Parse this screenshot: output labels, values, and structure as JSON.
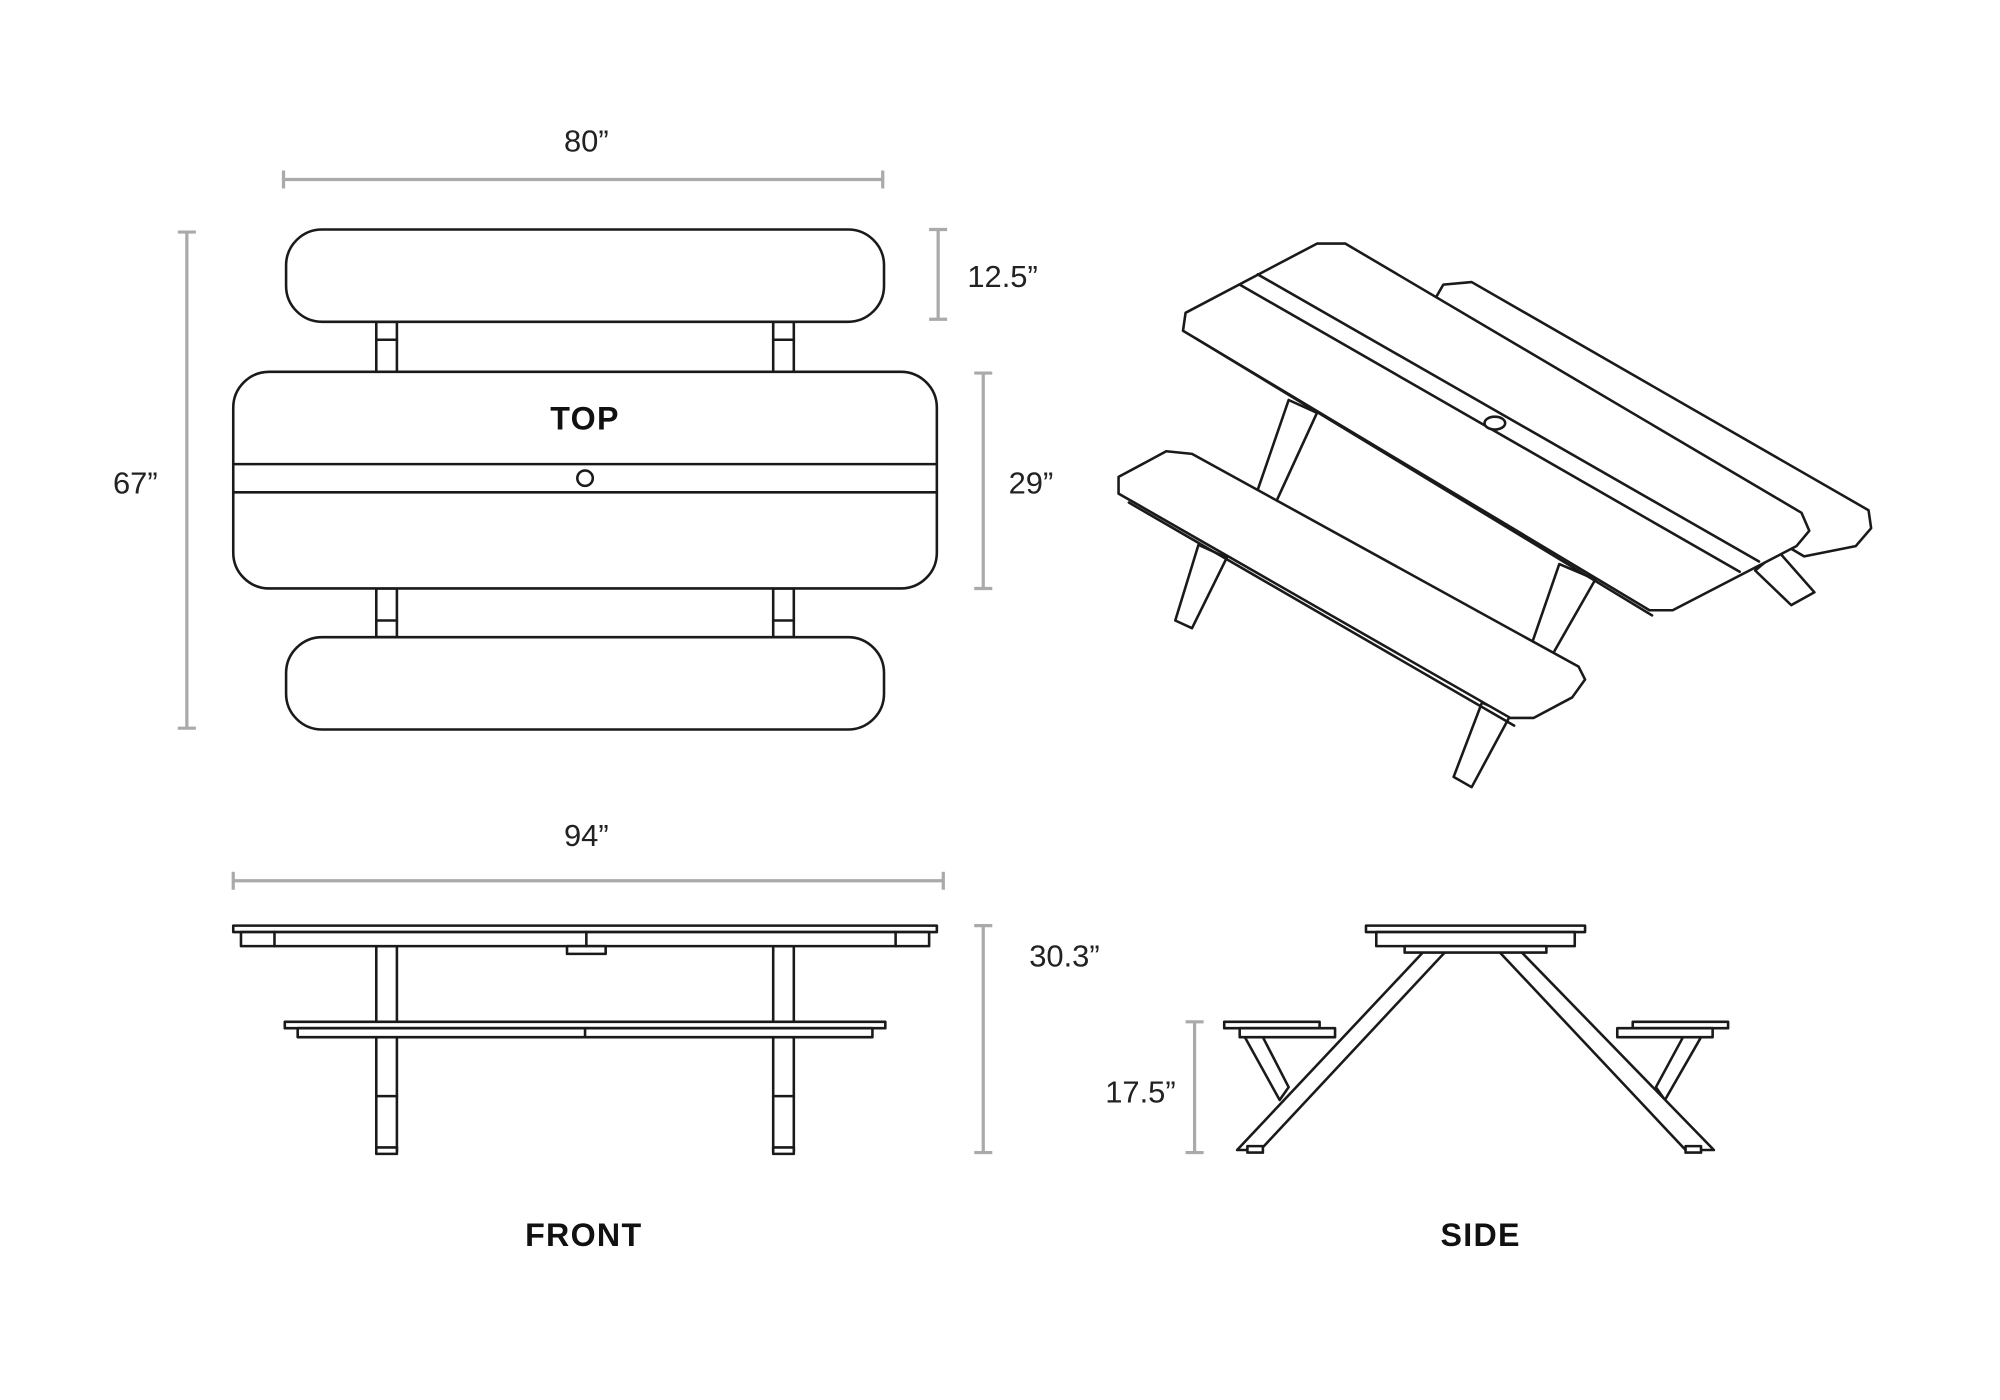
{
  "views": {
    "top": "TOP",
    "front": "FRONT",
    "side": "SIDE"
  },
  "dimensions": {
    "top_width": "80”",
    "overall_depth": "67”",
    "bench_depth": "12.5”",
    "table_depth": "29”",
    "overall_length": "94”",
    "table_height": "30.3”",
    "seat_height": "17.5”"
  },
  "colors": {
    "line": "#1a1a1a",
    "dimension": "#aaaaaa"
  }
}
